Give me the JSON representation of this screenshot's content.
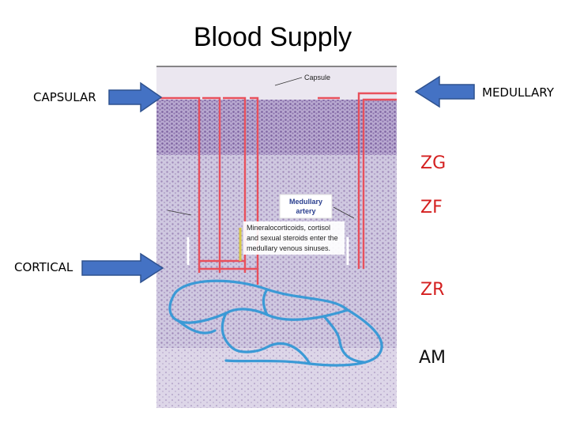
{
  "title": "Blood Supply",
  "labels": {
    "capsular": "CAPSULAR",
    "medullary": "MEDULLARY",
    "cortical": "CORTICAL"
  },
  "zones": {
    "zg": "ZG",
    "zf": "ZF",
    "zr": "ZR",
    "am": "AM"
  },
  "figure": {
    "capsule": "Capsule",
    "medullary_artery_line1": "Medullary",
    "medullary_artery_line2": "artery",
    "note_line1": "Mineralocorticoids, cortisol",
    "note_line2": "and sexual steroids enter the",
    "note_line3": "medullary venous sinuses."
  },
  "colors": {
    "arrow_blue": "#4472c4",
    "arrow_outline": "#2f528f",
    "vessel_red": "#e8505c",
    "sinus_blue": "#3b9ad6",
    "zone_red": "#d42020",
    "tissue": "#c9c1dc"
  }
}
